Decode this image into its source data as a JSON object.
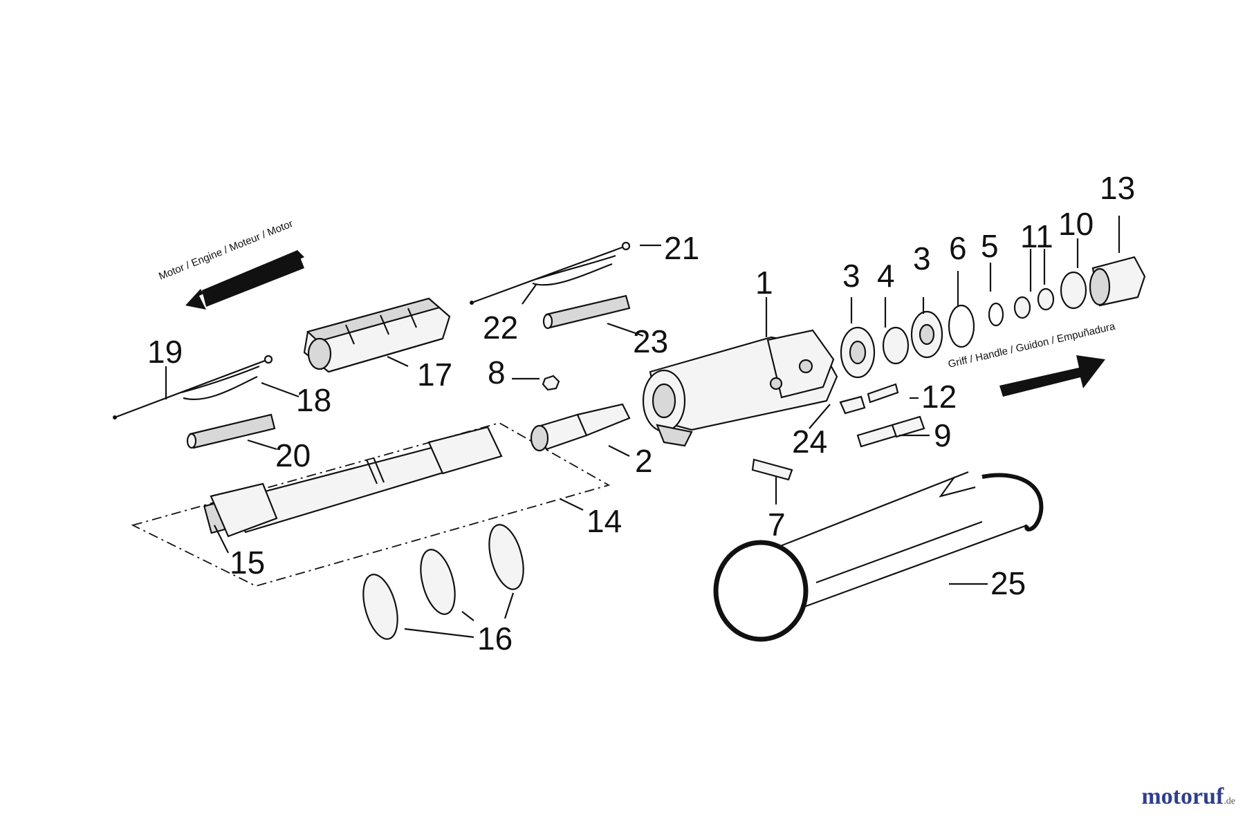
{
  "directions": {
    "motor": "Motor / Engine / Moteur / Motor",
    "handle": "Griff / Handle / Guidon / Empuñadura"
  },
  "labels": {
    "p1": "1",
    "p2": "2",
    "p3a": "3",
    "p3b": "3",
    "p4": "4",
    "p5": "5",
    "p6": "6",
    "p7": "7",
    "p8": "8",
    "p9": "9",
    "p10": "10",
    "p11": "11",
    "p12": "12",
    "p13": "13",
    "p14": "14",
    "p15": "15",
    "p16": "16",
    "p17": "17",
    "p18": "18",
    "p19": "19",
    "p20": "20",
    "p21": "21",
    "p22": "22",
    "p23": "23",
    "p24": "24",
    "p25": "25"
  },
  "watermark": {
    "brand": "motoruf",
    "tld": ".de"
  }
}
